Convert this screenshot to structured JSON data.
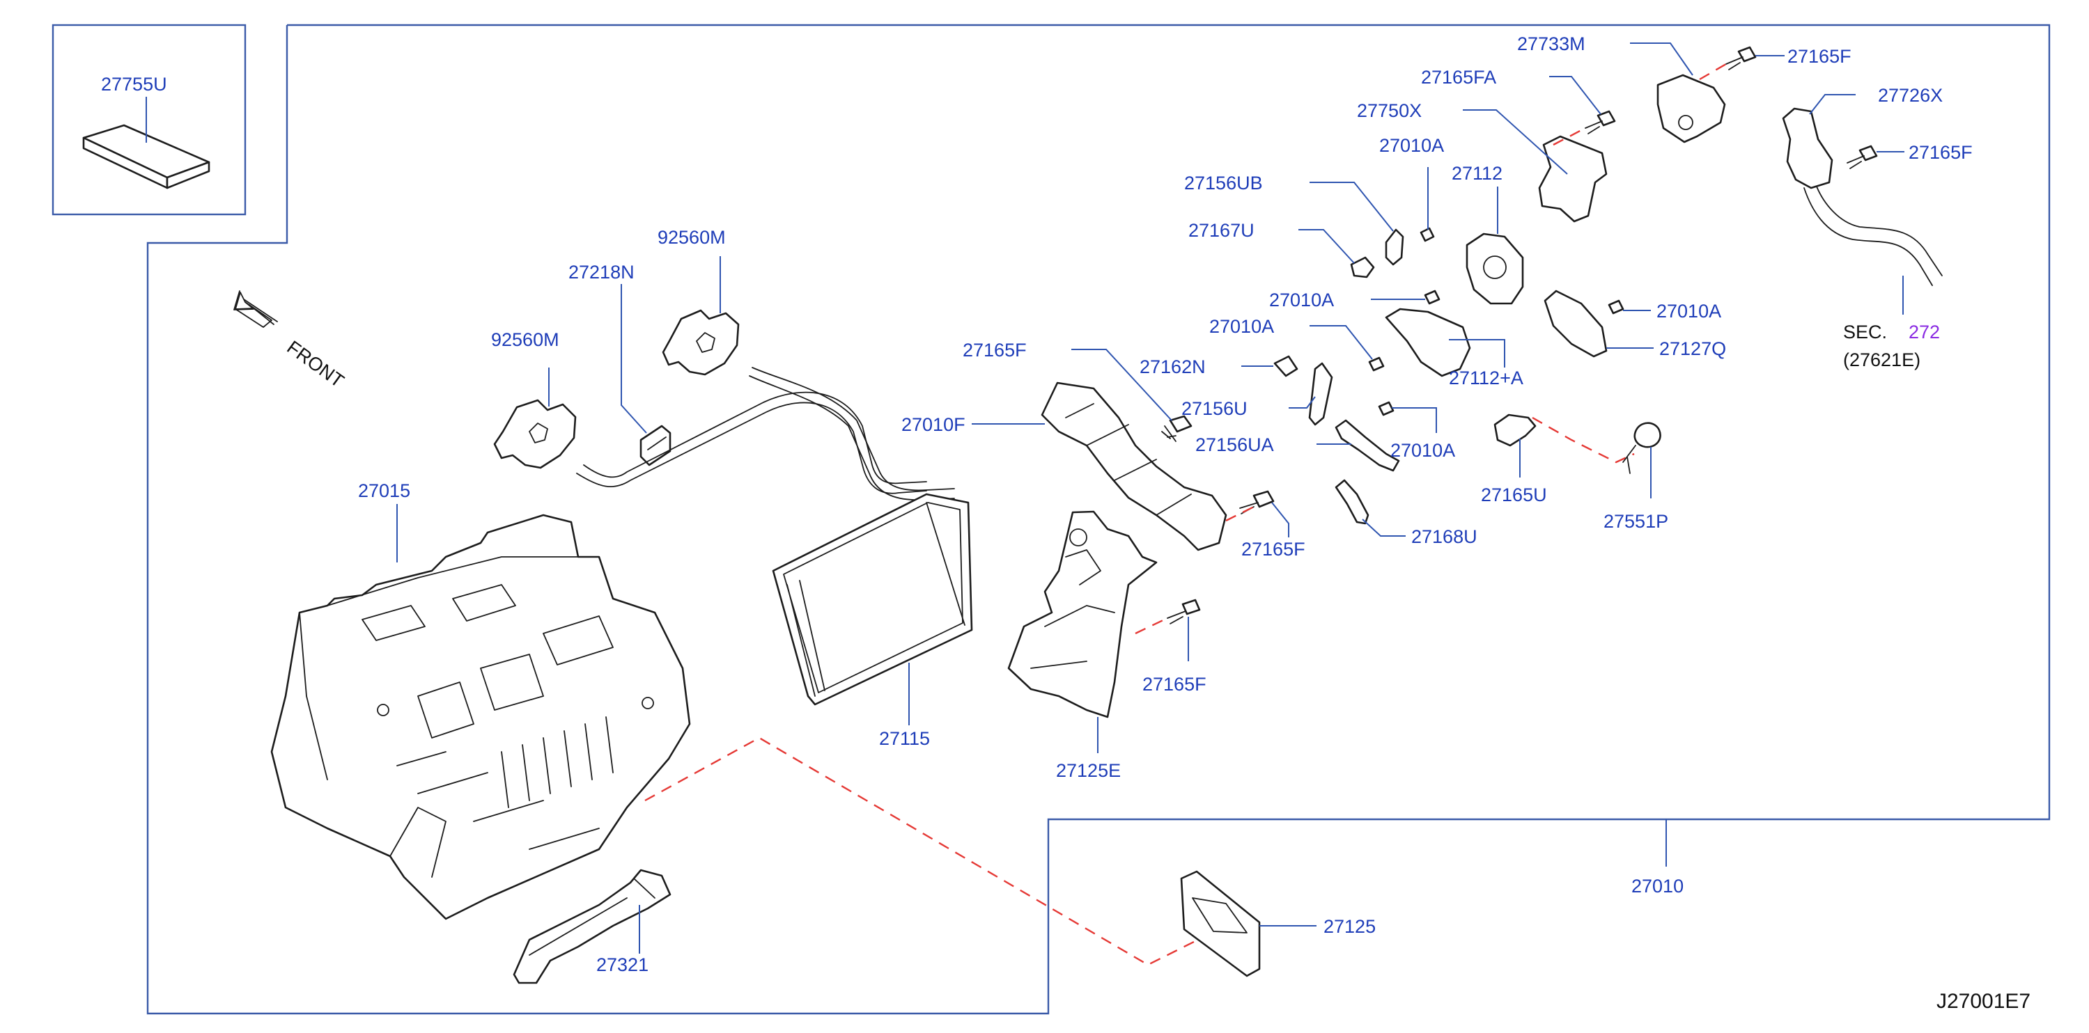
{
  "diagram_code": "J27001E7",
  "front_label": "FRONT",
  "section_ref": {
    "prefix": "SEC.",
    "number": "272",
    "sub": "(27621E)"
  },
  "part_numbers": {
    "filter": "27755U",
    "heater_unit": "27015",
    "seal_left": "92560M",
    "seal_top": "92560M",
    "clip": "27218N",
    "heater_core": "27115",
    "duct_bottom": "27321",
    "pipe_grommet": "27010F",
    "screw_duct": "27165F",
    "screw_mid": "27165F",
    "screw_case": "27165F",
    "case_housing": "27125E",
    "drain_cover": "27125",
    "assembly": "27010",
    "actuator_lever_1": "27162N",
    "link_1": "27156U",
    "link_2": "27156UA",
    "rod_1": "27168U",
    "bolt_1": "27010A",
    "bolt_2": "27010A",
    "bolt_3": "27010A",
    "bolt_4": "27010A",
    "bolt_5": "27010A",
    "gear_link": "27156UB",
    "lever_u": "27167U",
    "bracket": "27750X",
    "screw_fa": "27165FA",
    "motor": "27112",
    "motor_assy": "27112+A",
    "actuator_bracket": "27127Q",
    "amp_module": "27733M",
    "screw_top": "27165F",
    "aspirator": "27726X",
    "screw_right": "27165F",
    "sensor_holder": "27165U",
    "sensor": "27551P"
  }
}
